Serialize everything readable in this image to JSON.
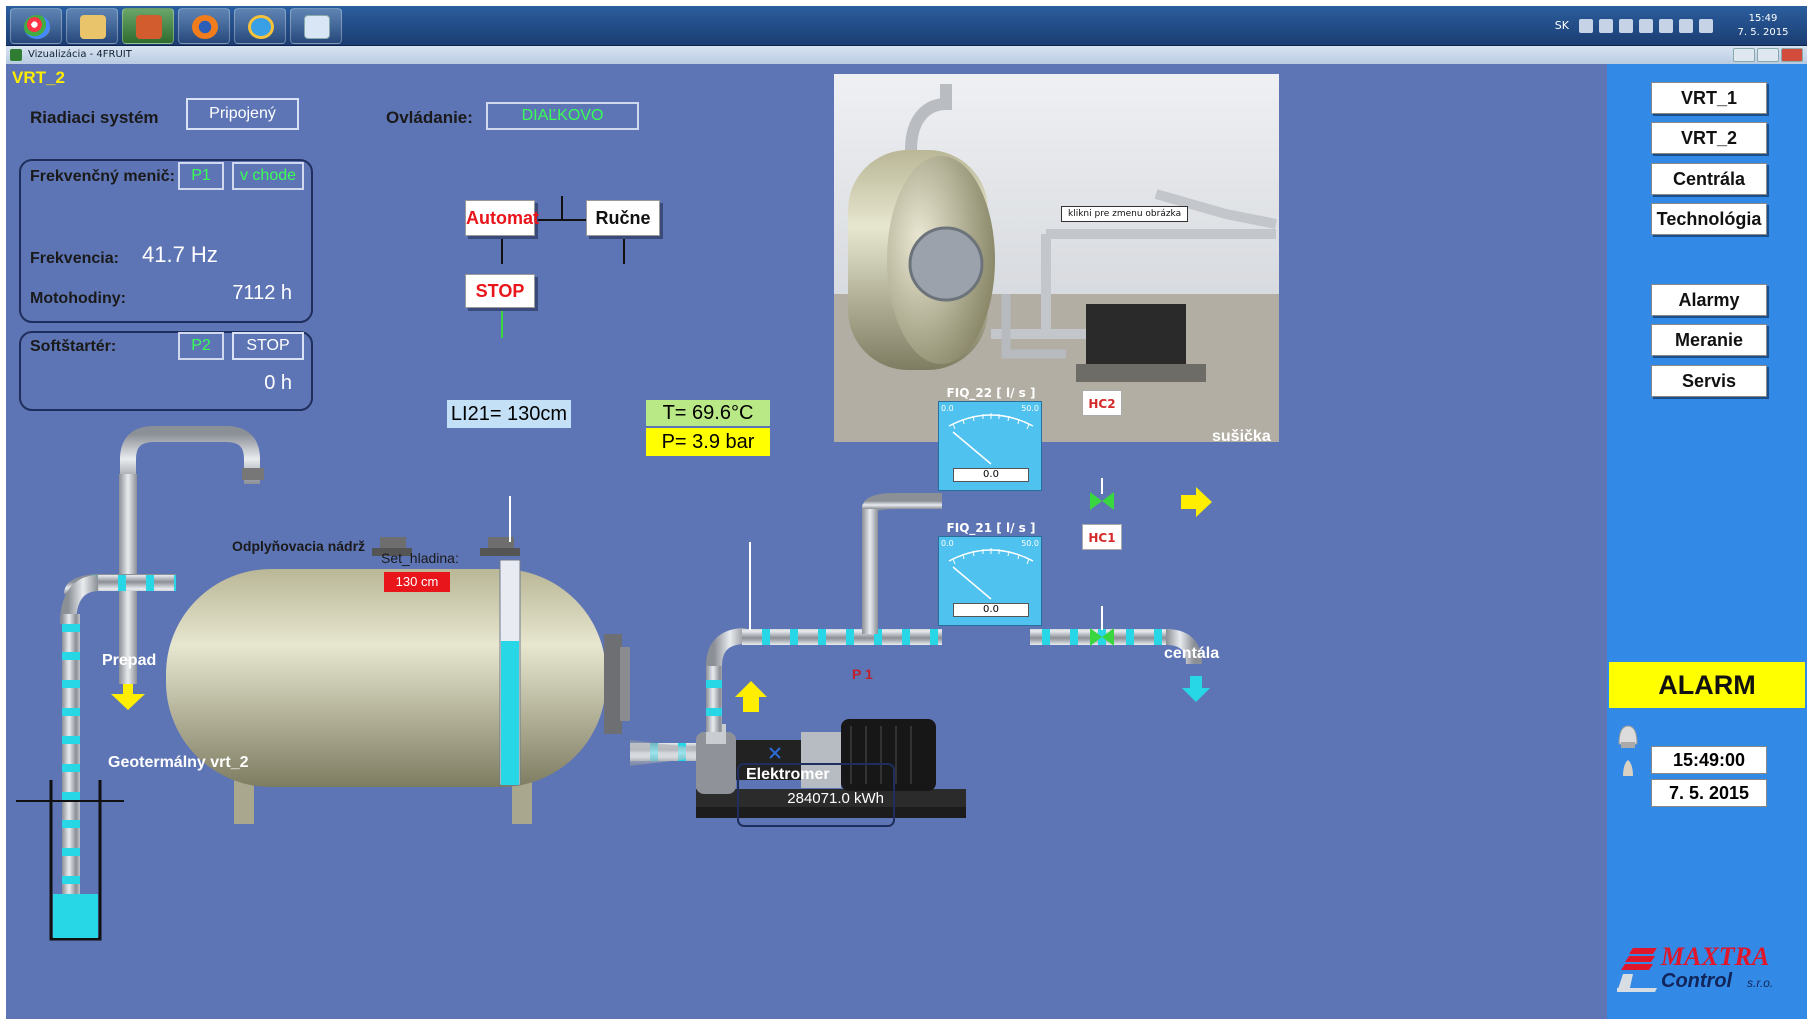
{
  "title": "VRT_2",
  "window": {
    "title": "Vizualizácia - 4FRUIT"
  },
  "tray": {
    "lang": "SK",
    "time": "15:49",
    "date": "7. 5. 2015"
  },
  "control_system": {
    "label": "Riadiaci systém",
    "status": "Pripojený"
  },
  "control_mode": {
    "label": "Ovládanie:",
    "value": "DIAĽKOVO"
  },
  "mode_buttons": {
    "automat": "Automat",
    "rucne": "Ručne",
    "stop": "STOP"
  },
  "frequency_converter": {
    "label": "Frekvenčný menič:",
    "unit": "P1",
    "state": "v chode",
    "freq_label": "Frekvencia:",
    "freq_value": "41.7 Hz",
    "hours_label": "Motohodiny:",
    "hours_value": "7112 h"
  },
  "softstarter": {
    "label": "Softštartér:",
    "unit": "P2",
    "state": "STOP",
    "hours_value": "0 h"
  },
  "tank": {
    "name": "Odplyňovacia nádrž",
    "set_label": "Set_hladina:",
    "set_value": "130 cm",
    "level_tag": "LI21= 130cm",
    "level_fraction": 0.64
  },
  "temperature_tag": "T=  69.6°C",
  "pressure_tag": "P=  3.9 bar",
  "photo_tooltip": "klikni pre zmenu obrázka",
  "flow_meters": [
    {
      "title": "FIQ_22 [ l/ s ]",
      "min": "0.0",
      "max": "50.0",
      "value": "0.0",
      "valve": "HC2"
    },
    {
      "title": "FIQ_21 [ l/ s ]",
      "min": "0.0",
      "max": "50.0",
      "value": "0.0",
      "valve": "HC1"
    }
  ],
  "outlets": {
    "dryer": "sušička",
    "central": "centála"
  },
  "overflow_label": "Prepad",
  "well_label": "Geotermálny vrt_2",
  "pump_label": "P 1",
  "energy_meter": {
    "label": "Elektromer",
    "value": "284071.0 kWh"
  },
  "nav": {
    "vrt1": "VRT_1",
    "vrt2": "VRT_2",
    "centrala": "Centrála",
    "technologia": "Technológia",
    "alarmy": "Alarmy",
    "meranie": "Meranie",
    "servis": "Servis"
  },
  "alarm": {
    "label": "ALARM",
    "time": "15:49:00",
    "date": "7. 5. 2015"
  },
  "logo": {
    "line1": "MAXTRA",
    "line2": "Control",
    "suffix": "s.r.o."
  },
  "colors": {
    "background": "#5e75b5",
    "sidebar": "#3389e6",
    "alarm": "#ffff00",
    "active_green": "#39ff55",
    "stop_red": "#e8151b",
    "water": "#28d7e6"
  }
}
